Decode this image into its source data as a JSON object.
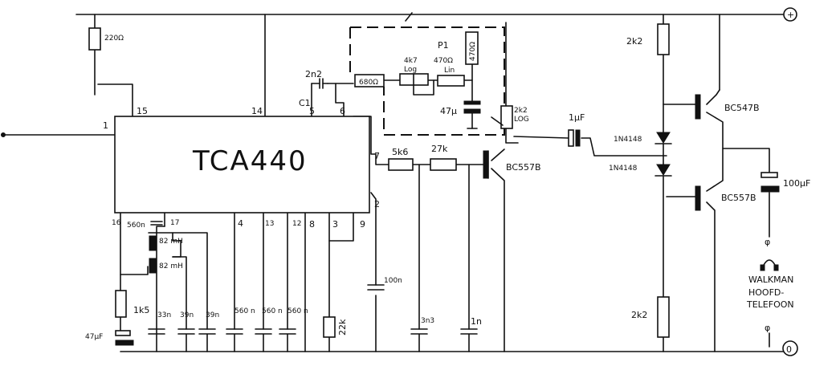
{
  "ic": {
    "name": "TCA440"
  },
  "pins": {
    "p1": "1",
    "p15": "15",
    "p14": "14",
    "p5": "5",
    "p6": "6",
    "p7": "7",
    "p2": "2",
    "p16": "16",
    "p17": "17",
    "p4": "4",
    "p13": "13",
    "p12": "12",
    "p8": "8",
    "p3": "3",
    "p9": "9"
  },
  "components": {
    "r220": "220Ω",
    "c2n2": "2n2",
    "c1": "C1",
    "r680": "680Ω",
    "pot4k7": "4k7",
    "pot4k7_type": "Log",
    "p1": "P1",
    "pot470": "470Ω",
    "pot470_type": "Lin",
    "r470": "470Ω",
    "c47u": "47μ",
    "pot2k2": "2k2",
    "pot2k2_type": "LOG",
    "c1uf": "1μF",
    "r5k6": "5k6",
    "r27k": "27k",
    "q_bc557_1": "BC557B",
    "r2k2_top": "2k2",
    "q_bc547": "BC547B",
    "d1": "1N4148",
    "d2": "1N4148",
    "q_bc557_2": "BC557B",
    "c100u": "100μF",
    "r2k2_bot": "2k2",
    "c560n": "560n",
    "l82a": "82 mH",
    "l82b": "82 mH",
    "r1k5": "1k5",
    "c47uf": "47μF",
    "c33n": "33n",
    "c39n_a": "39n",
    "c39n_b": "39n",
    "c560_a": "560 n",
    "c560_b": "560 n",
    "c560_c": "560 n",
    "r22k": "22k",
    "c100n": "100n",
    "c3n3": "3n3",
    "c1n": "1n"
  },
  "output": {
    "line1": "WALKMAN",
    "line2": "HOOFD-",
    "line3": "TELEFOON"
  },
  "terminals": {
    "plus": "+",
    "zero": "0",
    "phi": "φ"
  }
}
